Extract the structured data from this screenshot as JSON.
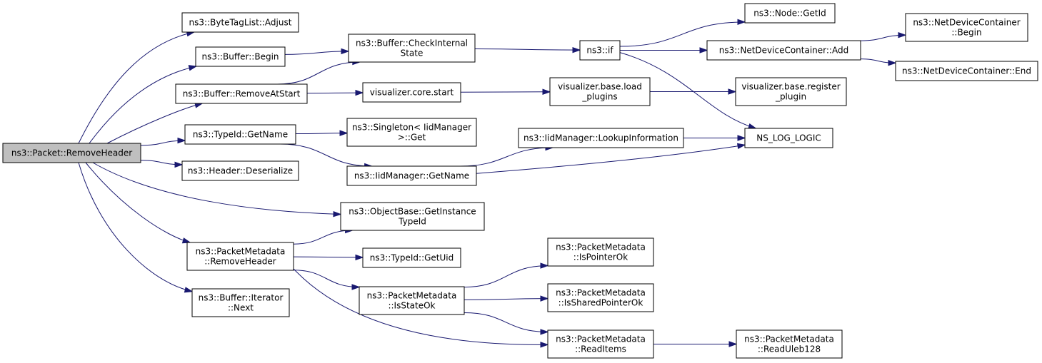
{
  "graph": {
    "edge_color": "#191970",
    "root_fill": "#bfbfbf",
    "nodes": [
      {
        "id": "packet_removeheader",
        "name": "node-packet-removeheader",
        "lines": [
          "ns3::Packet::RemoveHeader"
        ],
        "root": true
      },
      {
        "id": "bytetaglist_adjust",
        "name": "node-bytetaglist-adjust",
        "lines": [
          "ns3::ByteTagList::Adjust"
        ]
      },
      {
        "id": "buffer_begin",
        "name": "node-buffer-begin",
        "lines": [
          "ns3::Buffer::Begin"
        ]
      },
      {
        "id": "buffer_removeatstart",
        "name": "node-buffer-removeatstart",
        "lines": [
          "ns3::Buffer::RemoveAtStart"
        ]
      },
      {
        "id": "typeid_getname",
        "name": "node-typeid-getname",
        "lines": [
          "ns3::TypeId::GetName"
        ]
      },
      {
        "id": "header_deserialize",
        "name": "node-header-deserialize",
        "lines": [
          "ns3::Header::Deserialize"
        ]
      },
      {
        "id": "objectbase_getinstancetypeid",
        "name": "node-objectbase-getinstancetypeid",
        "lines": [
          "ns3::ObjectBase::GetInstance",
          "TypeId"
        ]
      },
      {
        "id": "packetmetadata_removeheader",
        "name": "node-packetmetadata-removeheader",
        "lines": [
          "ns3::PacketMetadata",
          "::RemoveHeader"
        ]
      },
      {
        "id": "buffer_iterator_next",
        "name": "node-buffer-iterator-next",
        "lines": [
          "ns3::Buffer::Iterator",
          "::Next"
        ]
      },
      {
        "id": "buffer_checkinternalstate",
        "name": "node-buffer-checkinternalstate",
        "lines": [
          "ns3::Buffer::CheckInternal",
          "State"
        ]
      },
      {
        "id": "visualizer_core_start",
        "name": "node-visualizer-core-start",
        "lines": [
          "visualizer.core.start"
        ]
      },
      {
        "id": "singleton_get",
        "name": "node-singleton-get",
        "lines": [
          "ns3::Singleton< IidManager",
          " >::Get"
        ]
      },
      {
        "id": "iidmanager_getname",
        "name": "node-iidmanager-getname",
        "lines": [
          "ns3::IidManager::GetName"
        ]
      },
      {
        "id": "typeid_getuid",
        "name": "node-typeid-getuid",
        "lines": [
          "ns3::TypeId::GetUid"
        ]
      },
      {
        "id": "packetmetadata_isstateok",
        "name": "node-packetmetadata-isstateok",
        "lines": [
          "ns3::PacketMetadata",
          "::IsStateOk"
        ]
      },
      {
        "id": "ns3_if",
        "name": "node-ns3-if",
        "lines": [
          "ns3::if"
        ]
      },
      {
        "id": "visualizer_base_load_plugins",
        "name": "node-visualizer-base-load-plugins",
        "lines": [
          "visualizer.base.load",
          "_plugins"
        ]
      },
      {
        "id": "iidmanager_lookupinformation",
        "name": "node-iidmanager-lookupinformation",
        "lines": [
          "ns3::IidManager::LookupInformation"
        ]
      },
      {
        "id": "packetmetadata_ispointerok",
        "name": "node-packetmetadata-ispointerok",
        "lines": [
          "ns3::PacketMetadata",
          "::IsPointerOk"
        ]
      },
      {
        "id": "packetmetadata_issharedpointerok",
        "name": "node-packetmetadata-issharedpointerok",
        "lines": [
          "ns3::PacketMetadata",
          "::IsSharedPointerOk"
        ]
      },
      {
        "id": "packetmetadata_readitems",
        "name": "node-packetmetadata-readitems",
        "lines": [
          "ns3::PacketMetadata",
          "::ReadItems"
        ]
      },
      {
        "id": "node_getid",
        "name": "node-node-getid",
        "lines": [
          "ns3::Node::GetId"
        ]
      },
      {
        "id": "netdevicecontainer_add",
        "name": "node-netdevicecontainer-add",
        "lines": [
          "ns3::NetDeviceContainer::Add"
        ]
      },
      {
        "id": "visualizer_base_register_plugin",
        "name": "node-visualizer-base-register-plugin",
        "lines": [
          "visualizer.base.register",
          "_plugin"
        ]
      },
      {
        "id": "ns_log_logic",
        "name": "node-ns-log-logic",
        "lines": [
          "NS_LOG_LOGIC"
        ]
      },
      {
        "id": "packetmetadata_readuleb128",
        "name": "node-packetmetadata-readuleb128",
        "lines": [
          "ns3::PacketMetadata",
          "::ReadUleb128"
        ]
      },
      {
        "id": "netdevicecontainer_begin",
        "name": "node-netdevicecontainer-begin",
        "lines": [
          "ns3::NetDeviceContainer",
          "::Begin"
        ]
      },
      {
        "id": "netdevicecontainer_end",
        "name": "node-netdevicecontainer-end",
        "lines": [
          "ns3::NetDeviceContainer::End"
        ]
      }
    ],
    "edges": [
      {
        "from": "packet_removeheader",
        "to": "bytetaglist_adjust"
      },
      {
        "from": "packet_removeheader",
        "to": "buffer_begin"
      },
      {
        "from": "packet_removeheader",
        "to": "buffer_removeatstart"
      },
      {
        "from": "packet_removeheader",
        "to": "typeid_getname"
      },
      {
        "from": "packet_removeheader",
        "to": "header_deserialize"
      },
      {
        "from": "packet_removeheader",
        "to": "objectbase_getinstancetypeid"
      },
      {
        "from": "packet_removeheader",
        "to": "packetmetadata_removeheader"
      },
      {
        "from": "packet_removeheader",
        "to": "buffer_iterator_next"
      },
      {
        "from": "buffer_begin",
        "to": "buffer_checkinternalstate"
      },
      {
        "from": "buffer_removeatstart",
        "to": "buffer_checkinternalstate"
      },
      {
        "from": "buffer_removeatstart",
        "to": "visualizer_core_start"
      },
      {
        "from": "typeid_getname",
        "to": "singleton_get"
      },
      {
        "from": "typeid_getname",
        "to": "iidmanager_getname"
      },
      {
        "from": "packetmetadata_removeheader",
        "to": "objectbase_getinstancetypeid"
      },
      {
        "from": "packetmetadata_removeheader",
        "to": "typeid_getuid"
      },
      {
        "from": "packetmetadata_removeheader",
        "to": "packetmetadata_isstateok"
      },
      {
        "from": "packetmetadata_removeheader",
        "to": "packetmetadata_readitems"
      },
      {
        "from": "buffer_checkinternalstate",
        "to": "ns3_if"
      },
      {
        "from": "visualizer_core_start",
        "to": "visualizer_base_load_plugins"
      },
      {
        "from": "iidmanager_getname",
        "to": "iidmanager_lookupinformation"
      },
      {
        "from": "iidmanager_getname",
        "to": "ns_log_logic"
      },
      {
        "from": "packetmetadata_isstateok",
        "to": "packetmetadata_ispointerok"
      },
      {
        "from": "packetmetadata_isstateok",
        "to": "packetmetadata_issharedpointerok"
      },
      {
        "from": "packetmetadata_isstateok",
        "to": "packetmetadata_readitems"
      },
      {
        "from": "ns3_if",
        "to": "node_getid"
      },
      {
        "from": "ns3_if",
        "to": "netdevicecontainer_add"
      },
      {
        "from": "ns3_if",
        "to": "ns_log_logic"
      },
      {
        "from": "visualizer_base_load_plugins",
        "to": "visualizer_base_register_plugin"
      },
      {
        "from": "iidmanager_lookupinformation",
        "to": "ns_log_logic"
      },
      {
        "from": "packetmetadata_readitems",
        "to": "packetmetadata_readuleb128"
      },
      {
        "from": "netdevicecontainer_add",
        "to": "netdevicecontainer_begin"
      },
      {
        "from": "netdevicecontainer_add",
        "to": "netdevicecontainer_end"
      }
    ]
  }
}
